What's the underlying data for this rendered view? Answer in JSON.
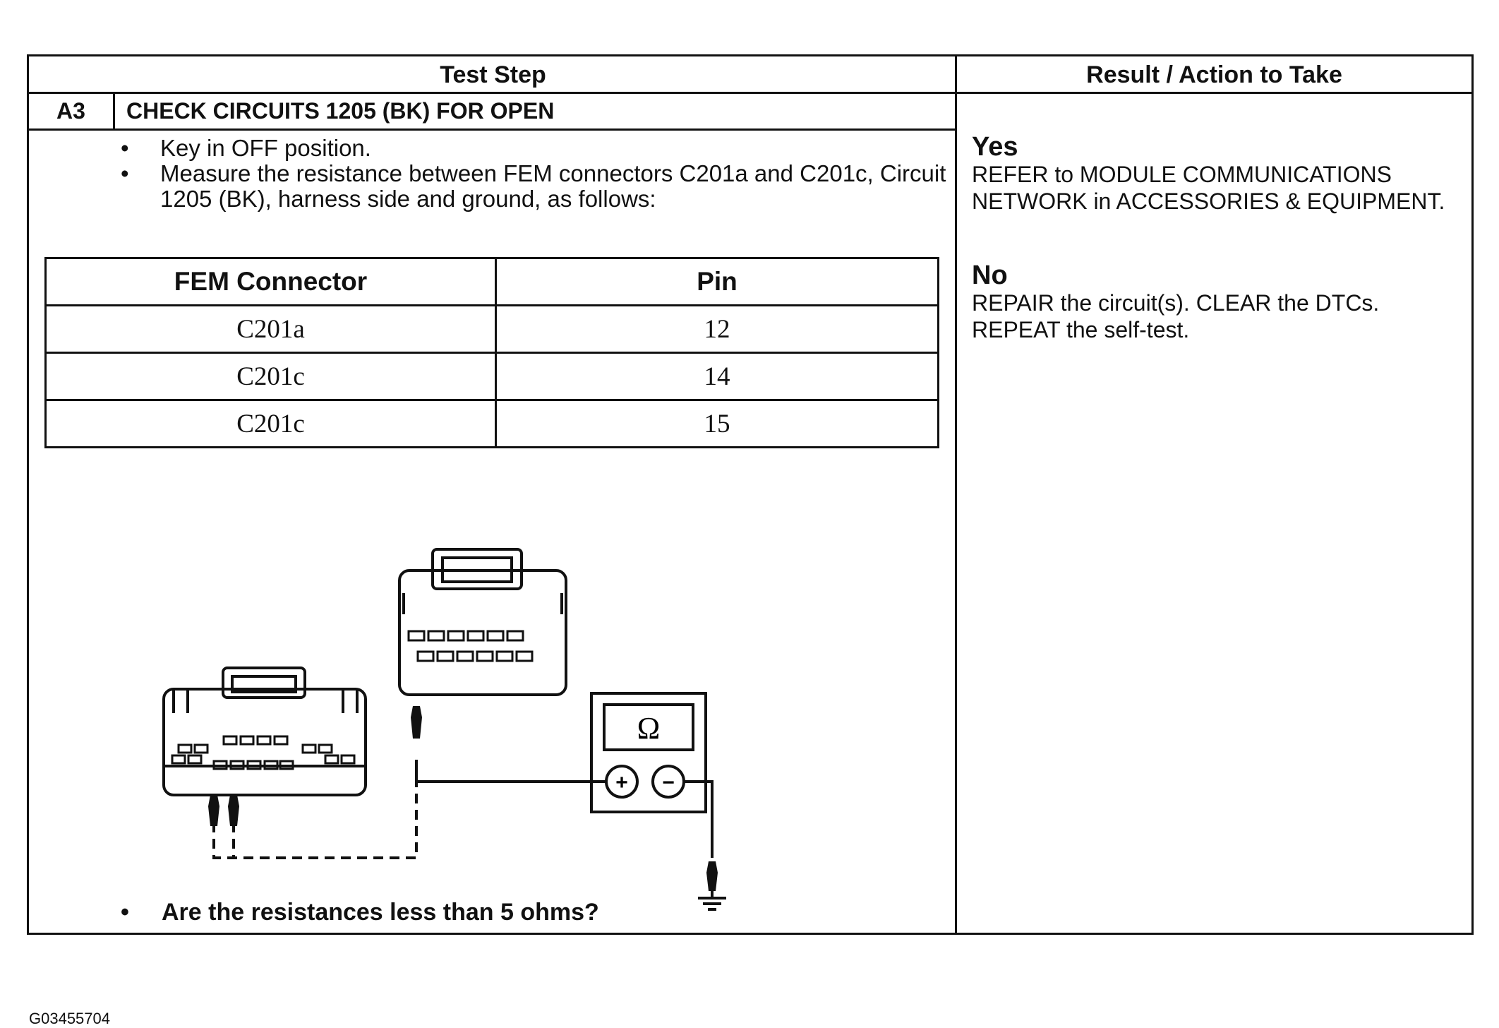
{
  "header": {
    "test_step": "Test Step",
    "result_action": "Result / Action to Take"
  },
  "step": {
    "id": "A3",
    "title": "CHECK CIRCUITS 1205 (BK) FOR OPEN",
    "instructions": [
      "Key in OFF position.",
      "Measure the resistance between FEM connectors C201a and C201c, Circuit 1205 (BK), harness side and ground, as follows:"
    ],
    "table": {
      "columns": [
        "FEM Connector",
        "Pin"
      ],
      "rows": [
        [
          "C201a",
          "12"
        ],
        [
          "C201c",
          "14"
        ],
        [
          "C201c",
          "15"
        ]
      ]
    },
    "question": "Are the resistances less than 5 ohms?"
  },
  "diagram": {
    "meter_symbol": "Ω",
    "plus_symbol": "+",
    "minus_symbol": "−",
    "icons": [
      "connector-icon",
      "ohmmeter-icon",
      "ground-icon",
      "probe-icon"
    ]
  },
  "results": {
    "yes": {
      "title": "Yes",
      "lines": [
        "REFER to MODULE COMMUNICATIONS",
        "NETWORK in ACCESSORIES & EQUIPMENT."
      ]
    },
    "no": {
      "title": "No",
      "lines": [
        "REPAIR the circuit(s). CLEAR the DTCs.",
        "REPEAT the self-test."
      ]
    }
  },
  "figure_id": "G03455704"
}
